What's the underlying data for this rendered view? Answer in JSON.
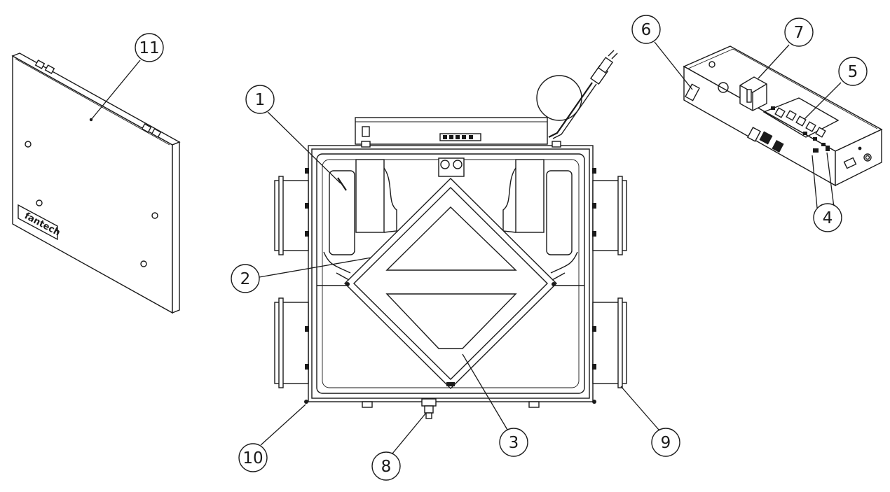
{
  "brand_logo_text": "fantech",
  "callouts": [
    {
      "label": "1"
    },
    {
      "label": "2"
    },
    {
      "label": "3"
    },
    {
      "label": "4"
    },
    {
      "label": "5"
    },
    {
      "label": "6"
    },
    {
      "label": "7"
    },
    {
      "label": "8"
    },
    {
      "label": "9"
    },
    {
      "label": "10"
    },
    {
      "label": "11"
    }
  ],
  "colors": {
    "line": "#1a1a1a",
    "background": "#ffffff"
  }
}
